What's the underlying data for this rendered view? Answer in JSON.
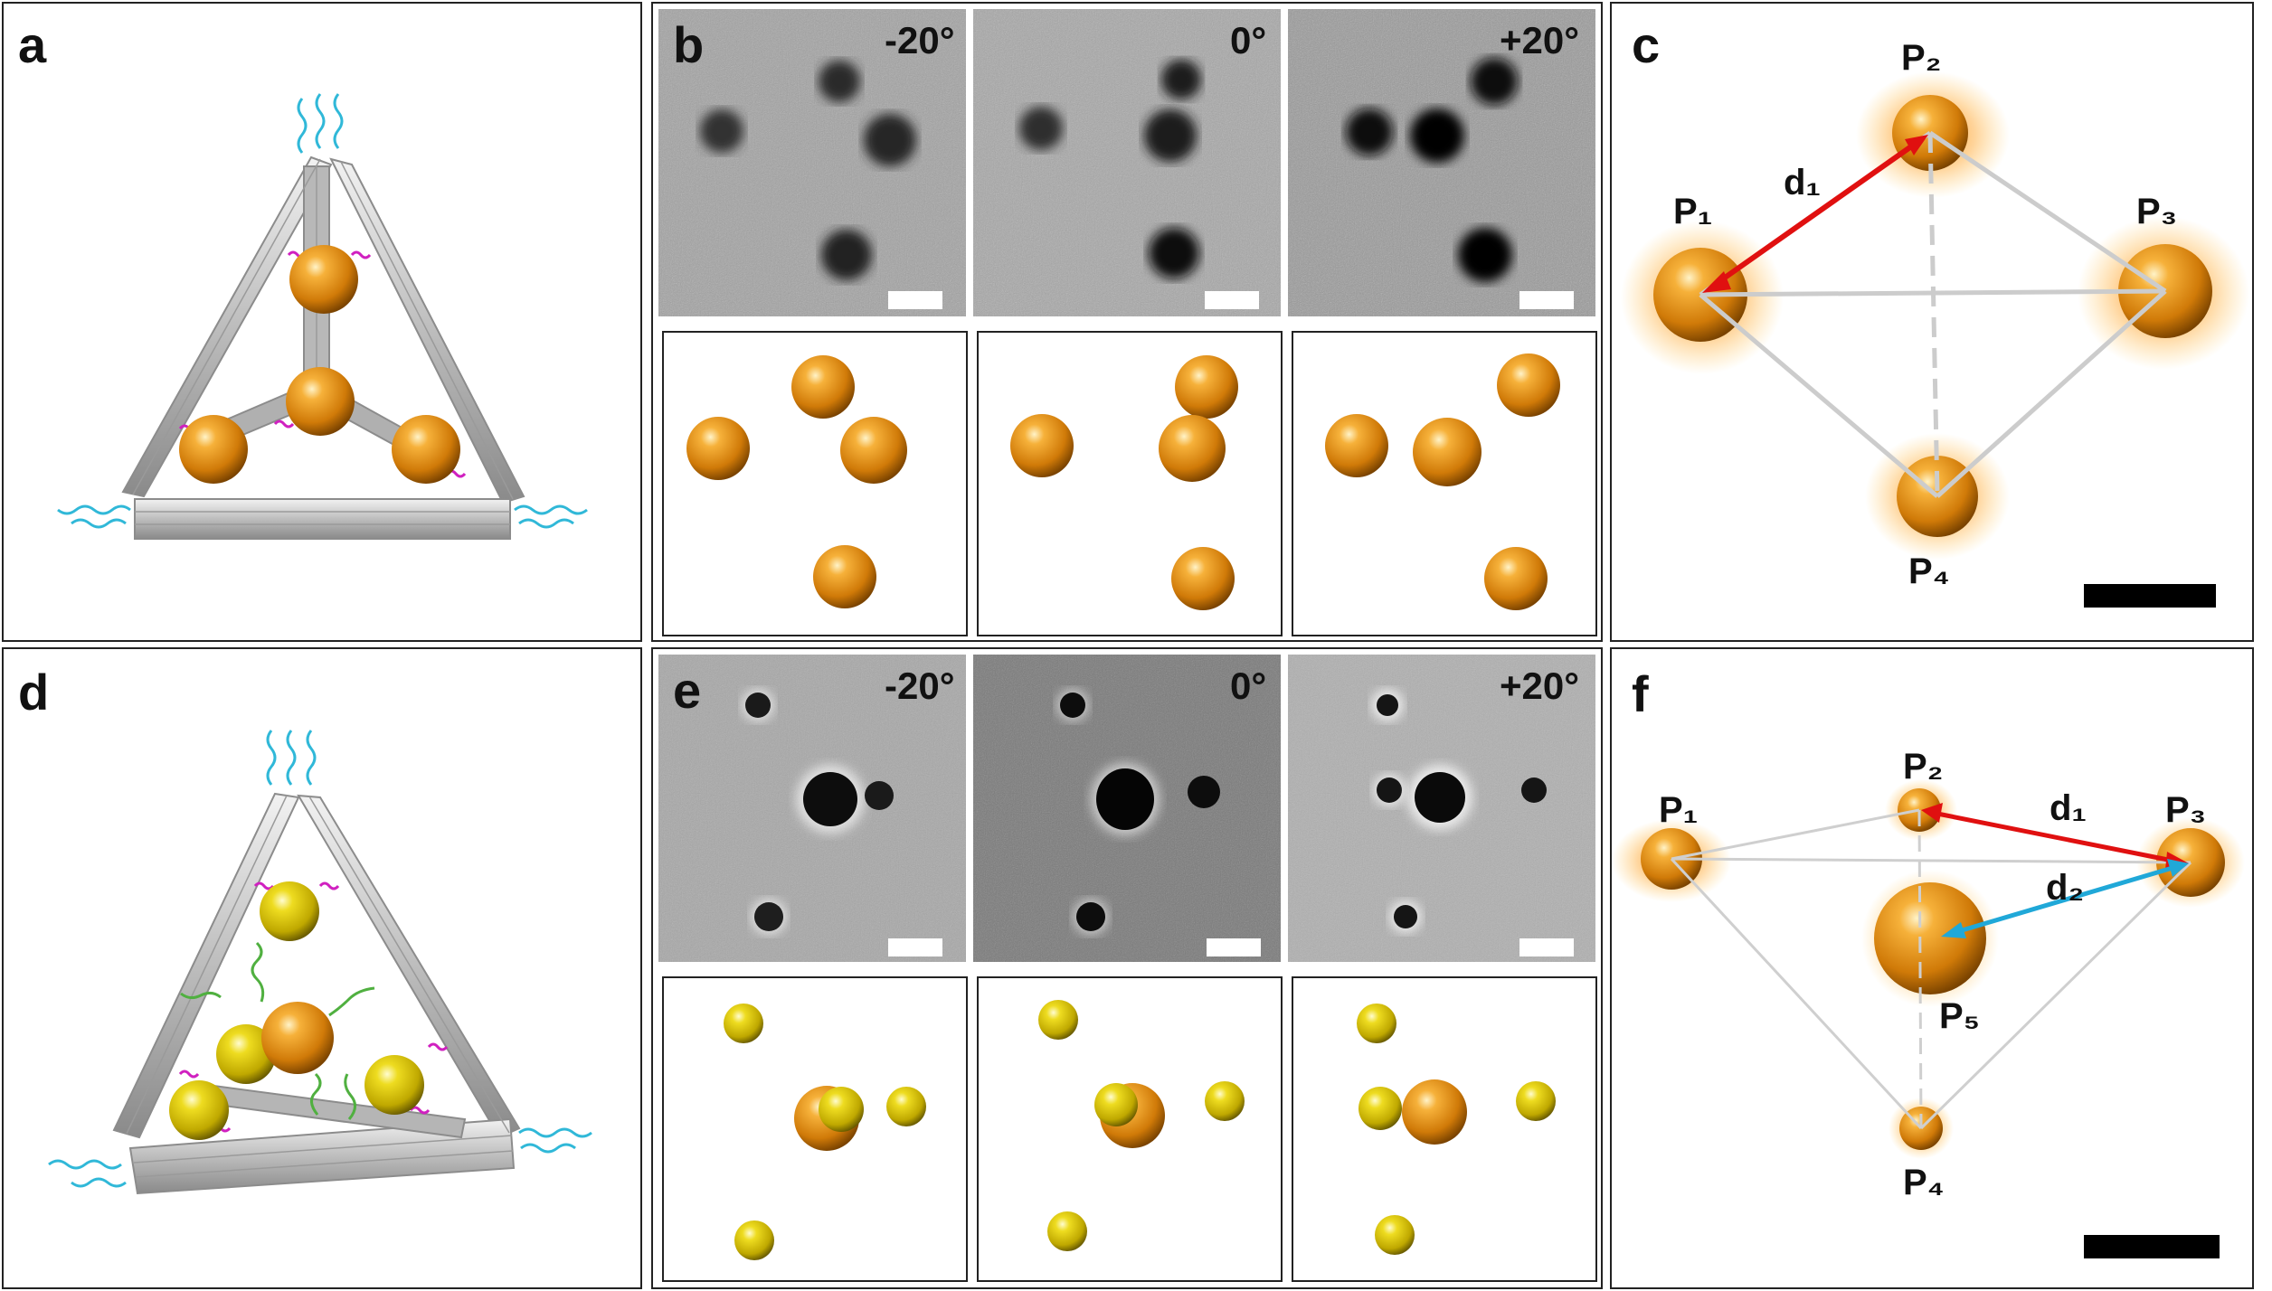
{
  "figure": {
    "panel_labels": {
      "a": "a",
      "b": "b",
      "c": "c",
      "d": "d",
      "e": "e",
      "f": "f"
    },
    "tilt_angles": [
      "-20°",
      "0°",
      "+20°"
    ],
    "panel_c": {
      "points": {
        "p1": "P₁",
        "p2": "P₂",
        "p3": "P₃",
        "p4": "P₄"
      },
      "distance": "d₁"
    },
    "panel_f": {
      "points": {
        "p1": "P₁",
        "p2": "P₂",
        "p3": "P₃",
        "p4": "P₄",
        "p5": "P₅"
      },
      "distances": {
        "d1": "d₁",
        "d2": "d₂"
      }
    },
    "colors": {
      "gold": "#e08a10",
      "small_gold": "#d8c810",
      "arrow_red": "#e01010",
      "arrow_blue": "#20a8d8",
      "rod": "#c8c8c8",
      "dna_cyan": "#30b8d8",
      "linker_magenta": "#d020c0",
      "linker_green": "#50b040"
    }
  }
}
